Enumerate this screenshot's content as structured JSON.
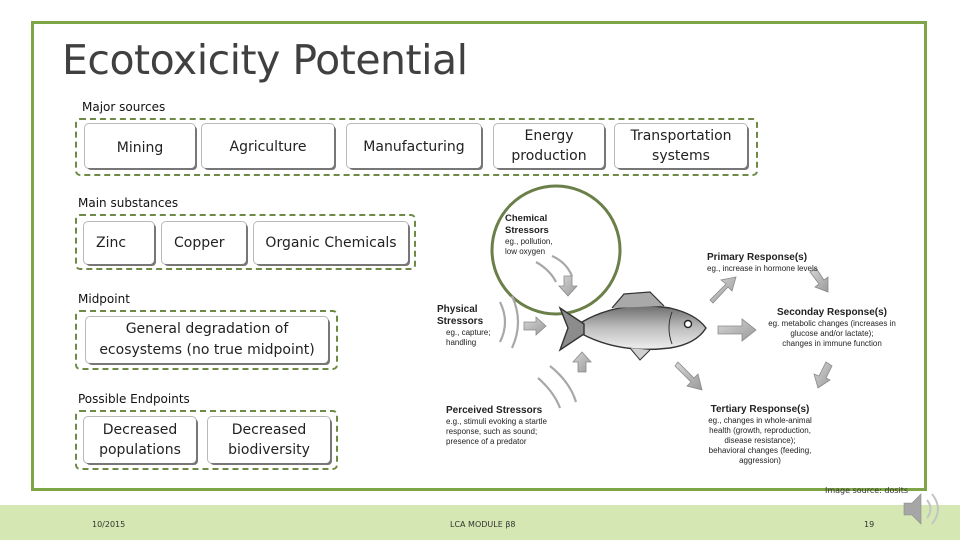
{
  "title": "Ecotoxicity Potential",
  "sections": {
    "major_sources": {
      "label": "Major sources",
      "items": [
        "Mining",
        "Agriculture",
        "Manufacturing",
        "Energy production",
        "Transportation systems"
      ]
    },
    "main_substances": {
      "label": "Main substances",
      "items": [
        "Zinc",
        "Copper",
        "Organic Chemicals"
      ]
    },
    "midpoint": {
      "label": "Midpoint",
      "items": [
        "General degradation of ecosystems (no true midpoint)"
      ]
    },
    "endpoints": {
      "label": "Possible Endpoints",
      "items": [
        "Decreased populations",
        "Decreased biodiversity"
      ]
    }
  },
  "figure": {
    "chemical": {
      "title_lines": [
        "Chemical",
        "Stressors"
      ],
      "desc_lines": [
        "eg., pollution,",
        "low oxygen"
      ]
    },
    "physical": {
      "title_lines": [
        "Physical",
        "Stressors"
      ],
      "desc_lines": [
        "eg., capture;",
        "handling"
      ]
    },
    "perceived": {
      "title": "Perceived Stressors",
      "desc_lines": [
        "e.g., stimuli evoking a startle",
        "response, such as sound;",
        "presence of a predator"
      ]
    },
    "primary": {
      "title": "Primary Response(s)",
      "desc": "eg., increase in hormone levels"
    },
    "secondary": {
      "title": "Seconday Response(s)",
      "desc_lines": [
        "eg. metabolic changes (increases in",
        "glucose and/or lactate);",
        "changes in immune function"
      ]
    },
    "tertiary": {
      "title": "Tertiary Response(s)",
      "desc_lines": [
        "eg., changes in whole-animal",
        "health (growth, reproduction,",
        "disease resistance);",
        "behavioral changes (feeding,",
        "aggression)"
      ]
    }
  },
  "footer": {
    "image_source": "Image source: dosits",
    "date": "10/2015",
    "module": "LCA MODULE β8",
    "page": "19"
  }
}
